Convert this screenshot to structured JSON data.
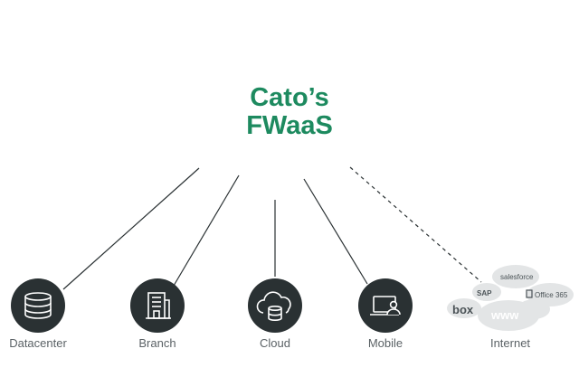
{
  "title": {
    "line1": "Cato’s",
    "line2": "FWaaS"
  },
  "nodes": [
    {
      "label": "Datacenter",
      "icon": "database-icon"
    },
    {
      "label": "Branch",
      "icon": "building-icon"
    },
    {
      "label": "Cloud",
      "icon": "cloud-database-icon"
    },
    {
      "label": "Mobile",
      "icon": "laptop-user-icon"
    },
    {
      "label": "Internet",
      "icon": "internet-cloud-icon"
    }
  ],
  "internet_cloud": {
    "logos": [
      "salesforce",
      "SAP",
      "Office 365",
      "box",
      "www"
    ]
  },
  "colors": {
    "accent": "#1d8a5f",
    "node_fill": "#2a3133",
    "label": "#5b6266",
    "line": "#2a3133",
    "cloud": "#e3e5e6"
  }
}
